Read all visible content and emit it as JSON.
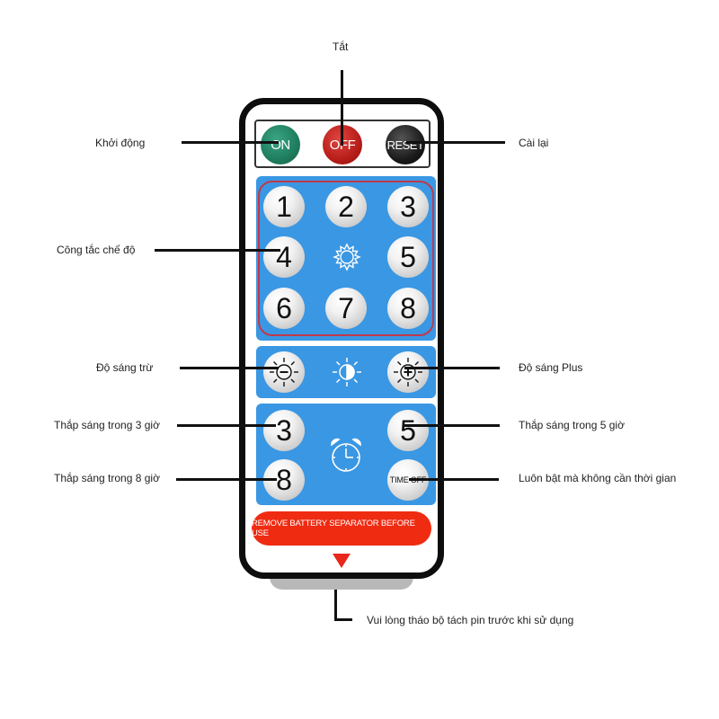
{
  "colors": {
    "on_button": "#1f7d5e",
    "off_button": "#b71d1a",
    "reset_button": "#1b1b1b",
    "panel_blue": "#3a97e3",
    "mode_frame": "#c0394a",
    "banner_red": "#ef2b12",
    "remote_outline": "#0d0d0d"
  },
  "remote": {
    "power_row": {
      "on_label": "ON",
      "off_label": "OFF",
      "reset_label": "RESET"
    },
    "mode_keys": [
      "1",
      "2",
      "3",
      "4",
      "5",
      "6",
      "7",
      "8"
    ],
    "mode_icon": "gear-sun-icon",
    "brightness": {
      "minus_icon": "brightness-minus-icon",
      "center_icon": "contrast-sun-icon",
      "plus_icon": "brightness-plus-icon"
    },
    "timer": {
      "key_3h": "3",
      "key_5h": "5",
      "key_8h": "8",
      "time_off_label": "TIME OFF",
      "center_icon": "alarm-clock-icon"
    },
    "banner_text": "REMOVE BATTERY SEPARATOR BEFORE USE",
    "arrow_icon": "arrow-down-icon"
  },
  "callouts": {
    "off": "Tắt",
    "on": "Khởi động",
    "reset": "Cài lại",
    "mode_switch": "Công tắc chế độ",
    "brightness_minus": "Độ sáng trừ",
    "brightness_plus": "Độ sáng Plus",
    "light_3h": "Thắp sáng trong 3 giờ",
    "light_5h": "Thắp sáng trong 5 giờ",
    "light_8h": "Thắp sáng trong 8 giờ",
    "always_on": "Luôn bật mà không cần thời gian",
    "remove_separator": "Vui lòng tháo bộ tách pin trước khi sử dụng"
  }
}
